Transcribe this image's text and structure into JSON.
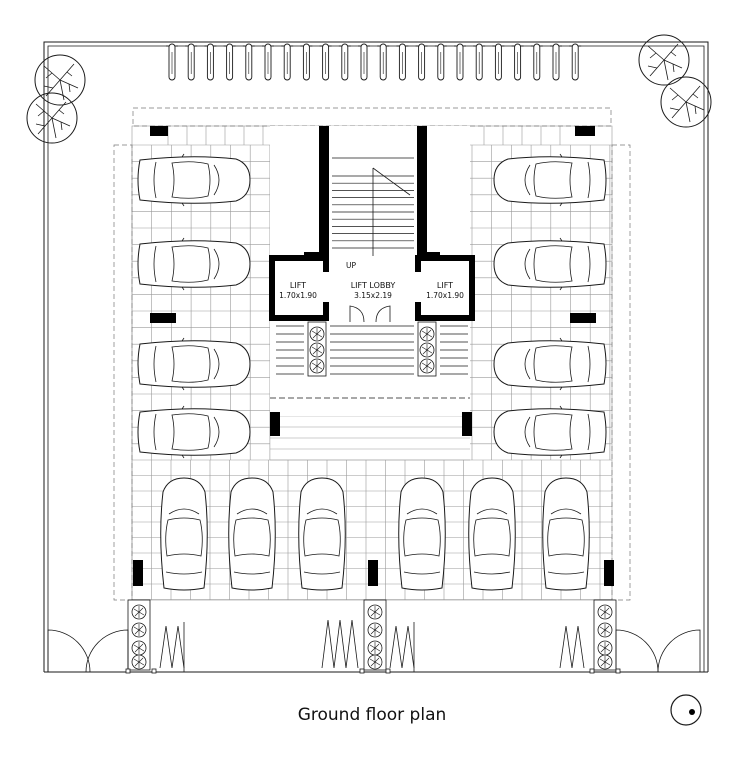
{
  "plan": {
    "caption": "Ground floor plan",
    "rooms": {
      "lift_left": {
        "name": "LIFT",
        "size": "1.70x1.90"
      },
      "lift_lobby": {
        "name": "LIFT LOBBY",
        "size": "3.15x2.19"
      },
      "lift_right": {
        "name": "LIFT",
        "size": "1.70x1.90"
      }
    },
    "stair_label": "UP",
    "car_count": 14,
    "scooter_count": 22
  },
  "colors": {
    "line": "#1a1a1a",
    "grid": "#9a9a9a",
    "fill": "#000000",
    "background": "#ffffff"
  },
  "icons": {
    "north": "north-arrow-icon",
    "tree": "tree-icon",
    "car": "car-icon",
    "scooter": "scooter-icon"
  }
}
